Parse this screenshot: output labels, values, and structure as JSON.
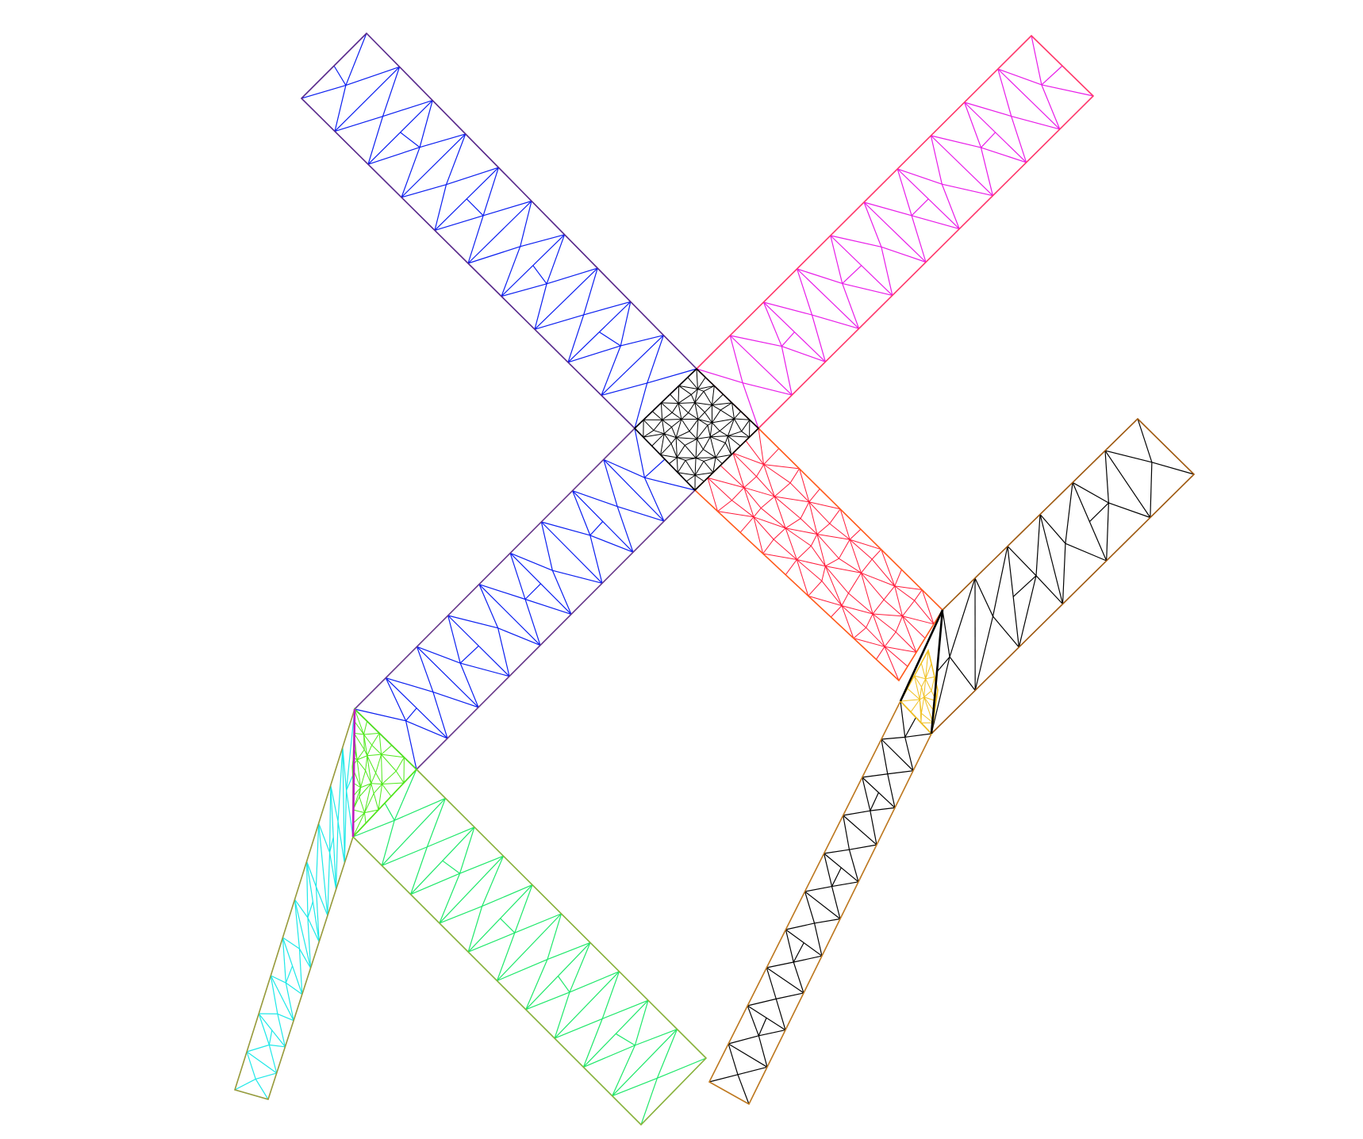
{
  "figure": {
    "background": "#ffffff",
    "description_visible_text": ""
  },
  "mesh_regions": [
    {
      "id": "upper-left-arm",
      "mesh_color": "#0a1ef0",
      "outline_color": "#5a2a8a",
      "density": "coarse"
    },
    {
      "id": "upper-right-arm",
      "mesh_color": "#e81ce8",
      "outline_color": "#ff3a6a",
      "density": "coarse"
    },
    {
      "id": "center-junction",
      "mesh_color": "#000000",
      "outline_color": "#000000",
      "density": "fine"
    },
    {
      "id": "lower-left-arm",
      "mesh_color": "#0a1ef0",
      "outline_color": "#6a3a8a",
      "density": "coarse"
    },
    {
      "id": "lower-right-arm",
      "mesh_color": "#ff1a3a",
      "outline_color": "#ff5a1a",
      "density": "medium"
    },
    {
      "id": "left-leg-junction",
      "mesh_color": "#4ee81a",
      "outline_color": "#4ee81a",
      "density": "fine"
    },
    {
      "id": "left-strut",
      "mesh_color": "#1ee8e8",
      "outline_color": "#9a9a3a",
      "density": "coarse"
    },
    {
      "id": "left-foot-bar",
      "mesh_color": "#1ee86a",
      "outline_color": "#8ab03a",
      "density": "coarse"
    },
    {
      "id": "right-upper-bar",
      "mesh_color": "#000000",
      "outline_color": "#a05a10",
      "density": "coarse"
    },
    {
      "id": "right-junction",
      "mesh_color": "#f0c020",
      "outline_color": "#f0c020",
      "density": "fine"
    },
    {
      "id": "right-strut",
      "mesh_color": "#000000",
      "outline_color": "#c07a20",
      "density": "coarse"
    }
  ]
}
